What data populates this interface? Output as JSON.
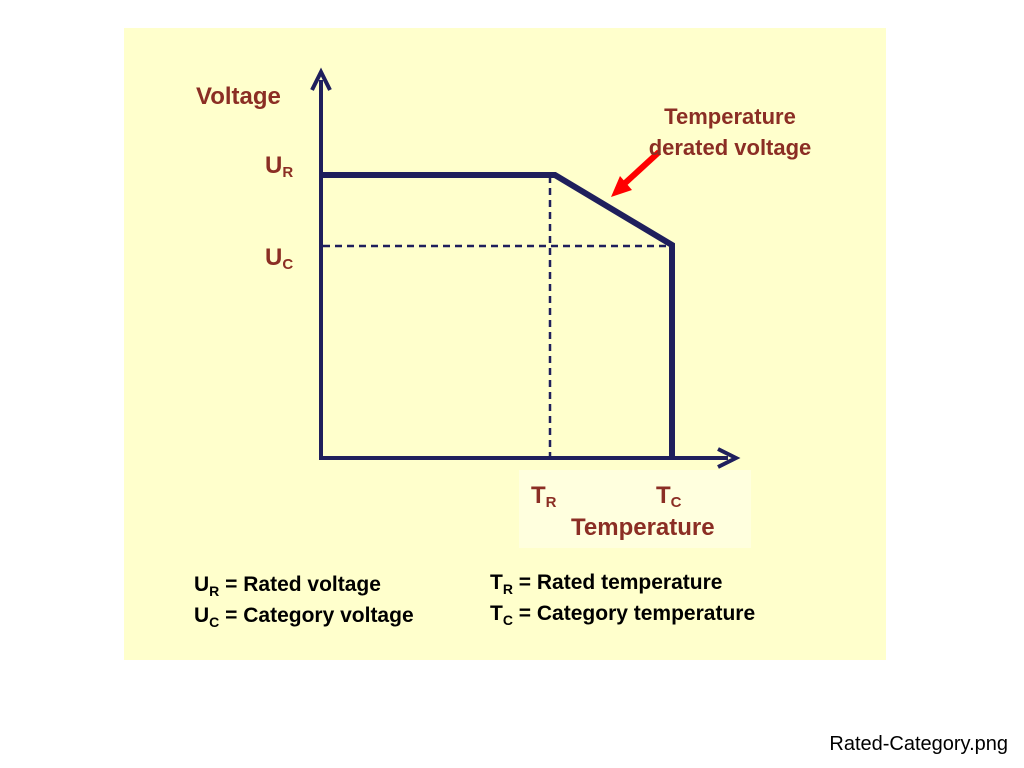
{
  "diagram": {
    "y_axis_label": "Voltage",
    "x_axis_label": "Temperature",
    "voltage_levels": [
      {
        "symbol": "U",
        "subscript": "R"
      },
      {
        "symbol": "U",
        "subscript": "C"
      }
    ],
    "temperature_levels": [
      {
        "symbol": "T",
        "subscript": "R"
      },
      {
        "symbol": "T",
        "subscript": "C"
      }
    ],
    "annotation": "Temperature derated voltage",
    "colors": {
      "background": "#ffffcc",
      "line": "#1f1f5c",
      "label": "#8b2e24",
      "arrow": "#ff0000"
    }
  },
  "legend": [
    {
      "symbol": "U",
      "subscript": "R",
      "text": "= Rated voltage"
    },
    {
      "symbol": "U",
      "subscript": "C",
      "text": "= Category voltage"
    },
    {
      "symbol": "T",
      "subscript": "R",
      "text": "= Rated temperature"
    },
    {
      "symbol": "T",
      "subscript": "C",
      "text": "= Category temperature"
    }
  ],
  "footer": {
    "filename": "Rated-Category.png"
  }
}
